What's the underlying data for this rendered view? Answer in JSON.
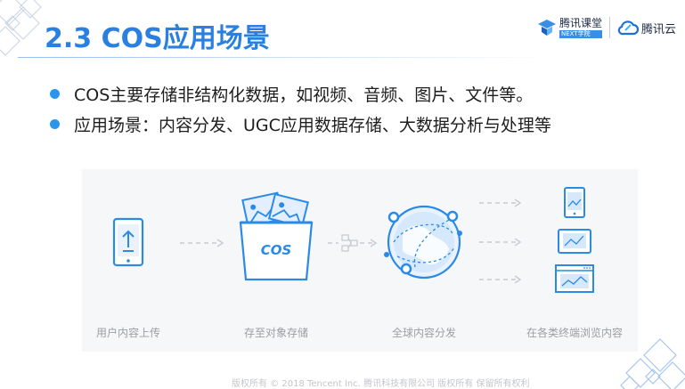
{
  "title": "2.3 COS应用场景",
  "logos": {
    "ketang_name": "腾讯课堂",
    "ketang_tag": "NEXT学院",
    "cloud_name": "腾讯云"
  },
  "bullets": [
    "COS主要存储非结构化数据，如视频、音频、图片、文件等。",
    "应用场景：内容分发、UGC应用数据存储、大数据分析与处理等"
  ],
  "diagram": {
    "cos_label": "COS",
    "steps": [
      "用户内容上传",
      "存至对象存储",
      "全球内容分发",
      "在各类终端浏览内容"
    ]
  },
  "footer": "版权所有 © 2018 Tencent Inc. 腾讯科技有限公司 版权所有 保留所有权利"
}
